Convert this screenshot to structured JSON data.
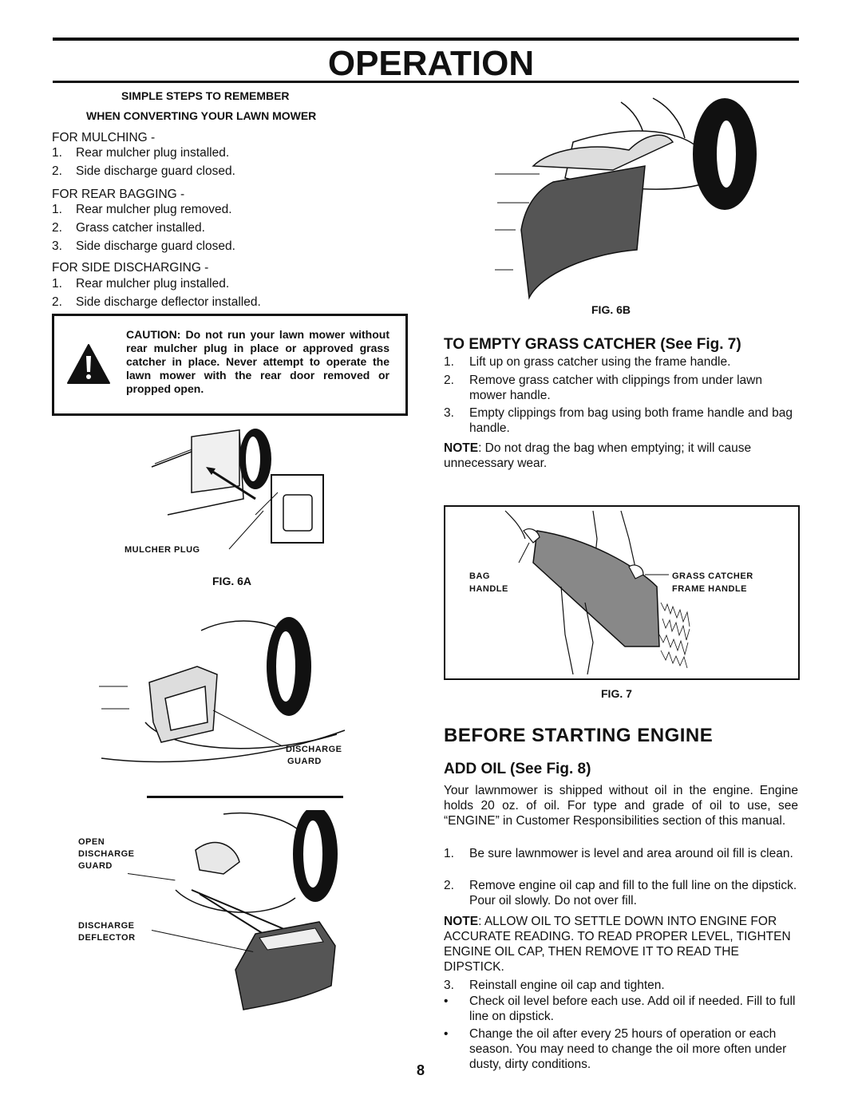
{
  "page": {
    "title": "OPERATION",
    "page_number": "8"
  },
  "left": {
    "heading_line1": "SIMPLE STEPS TO REMEMBER",
    "heading_line2": "WHEN CONVERTING YOUR LAWN MOWER",
    "groups": [
      {
        "label": "FOR MULCHING -",
        "items": [
          {
            "num": "1.",
            "text": "Rear mulcher plug  installed."
          },
          {
            "num": "2.",
            "text": "Side discharge guard closed."
          }
        ]
      },
      {
        "label": "FOR REAR BAGGING -",
        "items": [
          {
            "num": "1.",
            "text": "Rear mulcher plug  removed."
          },
          {
            "num": "2.",
            "text": "Grass catcher installed."
          },
          {
            "num": "3.",
            "text": "Side discharge guard closed."
          }
        ]
      },
      {
        "label": "FOR SIDE DISCHARGING -",
        "items": [
          {
            "num": "1.",
            "text": "Rear mulcher plug  installed."
          },
          {
            "num": "2.",
            "text": "Side discharge deflector installed."
          }
        ]
      }
    ],
    "caution": "CAUTION: Do not run your lawn mower without rear mulcher plug in place or approved grass catcher in place. Never attempt to operate the lawn mower with the rear door removed or propped open.",
    "fig6a_callout": "MULCHER  PLUG",
    "fig6a_label": "FIG. 6A",
    "discharge_guard_callout_1": "DISCHARGE",
    "discharge_guard_callout_2": "GUARD",
    "open_guard_callout_1": "OPEN",
    "open_guard_callout_2": "DISCHARGE",
    "open_guard_callout_3": "GUARD",
    "deflector_callout_1": "DISCHARGE",
    "deflector_callout_2": "DEFLECTOR"
  },
  "right": {
    "fig6b_label": "FIG. 6B",
    "empty_heading": "TO EMPTY GRASS CATCHER  (See Fig. 7)",
    "empty_items": [
      {
        "num": "1.",
        "text": "Lift up on grass catcher using the frame handle."
      },
      {
        "num": "2.",
        "text": "Remove grass catcher with clippings from under lawn mower handle."
      },
      {
        "num": "3.",
        "text": "Empty clippings from bag using both frame handle and bag handle."
      }
    ],
    "note1_bold": "NOTE",
    "note1_text": ":  Do not drag the bag when emptying;  it will cause unnecessary wear.",
    "fig7_bag_handle_1": "BAG",
    "fig7_bag_handle_2": "HANDLE",
    "fig7_frame_handle_1": "GRASS  CATCHER",
    "fig7_frame_handle_2": "FRAME  HANDLE",
    "fig7_label": "FIG. 7",
    "before_heading": "BEFORE  STARTING  ENGINE",
    "add_oil_heading": "ADD OIL (See Fig. 8)",
    "oil_para": "Your lawnmower is shipped without oil in the engine. Engine holds  20 oz. of  oil.  For type and grade of oil to use, see “ENGINE” in Customer Responsibilities section of this manual.",
    "oil_items": [
      {
        "num": "1.",
        "text": "Be sure lawnmower is level and area around oil fill is clean."
      },
      {
        "num": "2.",
        "text": "Remove engine oil cap  and fill to the full line on the dipstick. Pour oil slowly.  Do not over fill."
      }
    ],
    "note2_bold": "NOTE",
    "note2_text": ": ALLOW OIL TO SETTLE DOWN INTO ENGINE FOR ACCURATE READING. TO READ PROPER LEVEL, TIGHTEN ENGINE OIL CAP, THEN REMOVE IT TO READ THE DIPSTICK.",
    "oil_item3": {
      "num": "3.",
      "text": "Reinstall engine oil cap and tighten."
    },
    "bullets": [
      {
        "num": "•",
        "text": "Check oil level before each use.  Add oil if needed.  Fill to full line on dipstick."
      },
      {
        "num": "•",
        "text": "Change the oil after every 25 hours of operation or each season.  You may need to change the oil more often under dusty, dirty conditions."
      }
    ]
  }
}
